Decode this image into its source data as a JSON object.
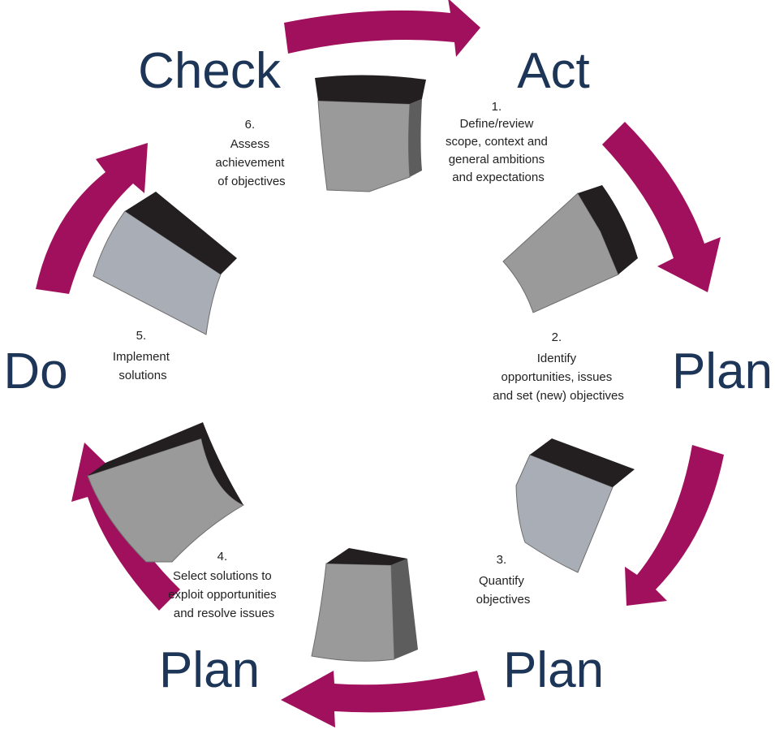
{
  "colors": {
    "arrow": "#a0105c",
    "phase_text": "#1d3557",
    "block_dark": "#231f20",
    "block_side": "#5d5d5d",
    "block_gray": "#9a9a9a",
    "block_blue": "#a9adb5"
  },
  "phases": {
    "check": "Check",
    "act": "Act",
    "plan_right": "Plan",
    "plan_bottom_right": "Plan",
    "plan_bottom_left": "Plan",
    "do": "Do"
  },
  "steps": [
    {
      "number": "1.",
      "lines": [
        "Define/review",
        "scope, context and",
        "general ambitions",
        "and expectations"
      ]
    },
    {
      "number": "2.",
      "lines": [
        "Identify",
        "opportunities, issues",
        "and set (new) objectives"
      ]
    },
    {
      "number": "3.",
      "lines": [
        "Quantify",
        "objectives"
      ]
    },
    {
      "number": "4.",
      "lines": [
        "Select solutions to",
        "exploit opportunities",
        "and resolve issues"
      ]
    },
    {
      "number": "5.",
      "lines": [
        "Implement",
        "solutions"
      ]
    },
    {
      "number": "6.",
      "lines": [
        "Assess",
        "achievement",
        "of objectives"
      ]
    }
  ]
}
